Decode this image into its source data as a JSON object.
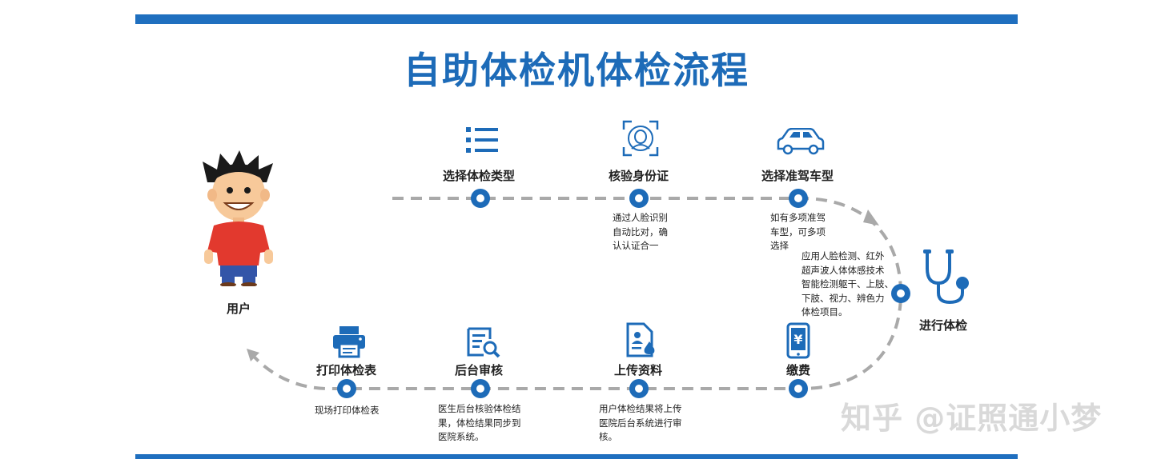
{
  "title": "自助体检机体检流程",
  "user": {
    "label": "用户"
  },
  "steps": {
    "select_type": {
      "label": "选择体检类型"
    },
    "verify_id": {
      "label": "核验身份证",
      "note": "通过人脸识别\n自动比对，确\n认认证合一"
    },
    "select_car": {
      "label": "选择准驾车型",
      "note": "如有多项准驾\n车型，可多项\n选择"
    },
    "exam": {
      "label": "进行体检",
      "note": "应用人脸检测、红外\n超声波人体体感技术\n智能检测躯干、上肢、\n下肢、视力、辨色力\n体检项目。"
    },
    "payment": {
      "label": "缴费"
    },
    "upload": {
      "label": "上传资料",
      "note": "用户体检结果将上传\n医院后台系统进行审\n核。"
    },
    "review": {
      "label": "后台审核",
      "note": "医生后台核验体检结\n果，体检结果同步到\n医院系统。"
    },
    "print": {
      "label": "打印体检表",
      "note": "现场打印体检表"
    }
  },
  "watermark": "知乎 @证照通小梦",
  "colors": {
    "primary": "#1d6bb8",
    "path": "#a9a9a9",
    "bar": "#1f6fbf"
  },
  "icons": {
    "select_type": "list-icon",
    "verify_id": "face-scan-icon",
    "select_car": "car-icon",
    "exam": "stethoscope-icon",
    "payment": "phone-payment-icon",
    "upload": "document-upload-icon",
    "review": "document-search-icon",
    "print": "printer-icon"
  }
}
